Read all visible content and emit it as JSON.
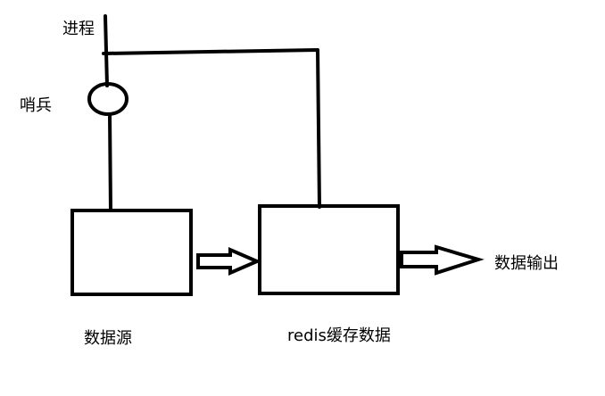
{
  "labels": {
    "process": "进程",
    "sentinel": "哨兵",
    "data_source": "数据源",
    "redis_cache": "redis缓存数据",
    "data_output": "数据输出"
  },
  "colors": {
    "background": "#ffffff",
    "stroke": "#000000"
  }
}
